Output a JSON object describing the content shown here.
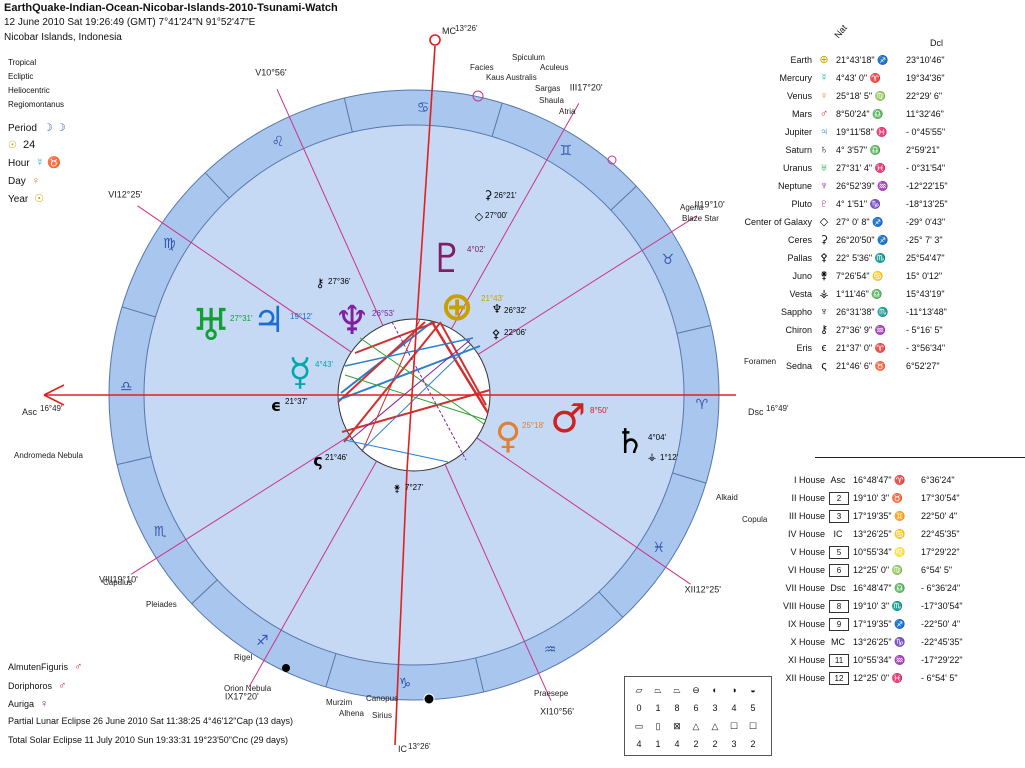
{
  "header": {
    "title": "EarthQuake-Indian-Ocean-Nicobar-Islands-2010-Tsunami-Watch",
    "line1": "12 June 2010  Sat  19:26:49 (GMT) 7°41'24\"N  91°52'47\"E",
    "line2": "Nicobar Islands, Indonesia"
  },
  "options": [
    "Tropical",
    "Ecliptic",
    "Heliocentric",
    "Regiomontanus"
  ],
  "rulers": [
    {
      "label": "Period",
      "symbol": "☽ ☽"
    },
    {
      "label": "☉",
      "symbol": "24"
    },
    {
      "label": "Hour",
      "symbol": "☿ ♉"
    },
    {
      "label": "Day",
      "symbol": "♀"
    },
    {
      "label": "Year",
      "symbol": "☉"
    }
  ],
  "almuten": [
    {
      "label": "AlmutenFiguris",
      "symbol": "♂"
    },
    {
      "label": "Doriphoros",
      "symbol": "♂"
    },
    {
      "label": "Auriga",
      "symbol": "♀"
    }
  ],
  "eclipses": [
    "Partial Lunar Eclipse 26 June 2010 Sat 11:38:25  4°46'12\"Cap (13 days)",
    "Total Solar Eclipse 11 July 2010 Sun 19:33:31 19°23'50\"Cnc (29 days)"
  ],
  "table_headers": {
    "nat": "Nat",
    "dcl": "Dcl"
  },
  "planets": [
    {
      "name": "Earth",
      "glyph": "⊕",
      "color": "#c8a000",
      "lon": "21°43'18\" ♐",
      "dcl": "23°10'46\""
    },
    {
      "name": "Mercury",
      "glyph": "☿",
      "color": "#00aaaa",
      "lon": "4°43' 0\" ♈",
      "dcl": "19°34'36\""
    },
    {
      "name": "Venus",
      "glyph": "♀",
      "color": "#e08030",
      "lon": "25°18' 5\" ♍",
      "dcl": "22°29' 6\""
    },
    {
      "name": "Mars",
      "glyph": "♂",
      "color": "#d02020",
      "lon": "8°50'24\" ♎",
      "dcl": "11°32'46\""
    },
    {
      "name": "Jupiter",
      "glyph": "♃",
      "color": "#1a6fd0",
      "lon": "19°11'58\" ♓",
      "dcl": "- 0°45'55\""
    },
    {
      "name": "Saturn",
      "glyph": "♄",
      "color": "#000000",
      "lon": "4° 3'57\" ♎",
      "dcl": "2°59'21\""
    },
    {
      "name": "Uranus",
      "glyph": "♅",
      "color": "#10a030",
      "lon": "27°31' 4\" ♓",
      "dcl": "- 0°31'54\""
    },
    {
      "name": "Neptune",
      "glyph": "♆",
      "color": "#8020a0",
      "lon": "26°52'39\" ♒",
      "dcl": "-12°22'15\""
    },
    {
      "name": "Pluto",
      "glyph": "♇",
      "color": "#802060",
      "lon": "4° 1'51\" ♑",
      "dcl": "-18°13'25\""
    },
    {
      "name": "Center of Galaxy",
      "glyph": "◇",
      "color": "#000000",
      "lon": "27° 0' 8\" ♐",
      "dcl": "-29° 0'43\""
    },
    {
      "name": "Ceres",
      "glyph": "⚳",
      "color": "#000000",
      "lon": "26°20'50\" ♐",
      "dcl": "-25° 7' 3\""
    },
    {
      "name": "Pallas",
      "glyph": "⚴",
      "color": "#000000",
      "lon": "22° 5'36\" ♏",
      "dcl": "25°54'47\""
    },
    {
      "name": "Juno",
      "glyph": "⚵",
      "color": "#000000",
      "lon": "7°26'54\" ♋",
      "dcl": "15° 0'12\""
    },
    {
      "name": "Vesta",
      "glyph": "⚶",
      "color": "#000000",
      "lon": "1°11'46\" ♎",
      "dcl": "15°43'19\""
    },
    {
      "name": "Sappho",
      "glyph": "♆",
      "color": "#000000",
      "lon": "26°31'38\" ♏",
      "dcl": "-11°13'48\""
    },
    {
      "name": "Chiron",
      "glyph": "⚷",
      "color": "#000000",
      "lon": "27°36' 9\" ♒",
      "dcl": "- 5°16' 5\""
    },
    {
      "name": "Eris",
      "glyph": "ϵ",
      "color": "#000000",
      "lon": "21°37' 0\" ♈",
      "dcl": "- 3°56'34\""
    },
    {
      "name": "Sedna",
      "glyph": "ς",
      "color": "#000000",
      "lon": "21°46' 6\" ♉",
      "dcl": "6°52'27\""
    }
  ],
  "houses": [
    {
      "name": "I House",
      "code": "Asc",
      "lon": "16°48'47\" ♈",
      "dcl": "6°36'24\""
    },
    {
      "name": "II House",
      "code": "2",
      "lon": "19°10' 3\" ♉",
      "dcl": "17°30'54\""
    },
    {
      "name": "III House",
      "code": "3",
      "lon": "17°19'35\" ♊",
      "dcl": "22°50' 4\""
    },
    {
      "name": "IV House",
      "code": "IC",
      "lon": "13°26'25\" ♋",
      "dcl": "22°45'35\""
    },
    {
      "name": "V House",
      "code": "5",
      "lon": "10°55'34\" ♌",
      "dcl": "17°29'22\""
    },
    {
      "name": "VI House",
      "code": "6",
      "lon": "12°25' 0\" ♍",
      "dcl": "6°54' 5\""
    },
    {
      "name": "VII House",
      "code": "Dsc",
      "lon": "16°48'47\" ♎",
      "dcl": "- 6°36'24\""
    },
    {
      "name": "VIII House",
      "code": "8",
      "lon": "19°10' 3\" ♏",
      "dcl": "-17°30'54\""
    },
    {
      "name": "IX House",
      "code": "9",
      "lon": "17°19'35\" ♐",
      "dcl": "-22°50' 4\""
    },
    {
      "name": "X House",
      "code": "MC",
      "lon": "13°26'25\" ♑",
      "dcl": "-22°45'35\""
    },
    {
      "name": "XI House",
      "code": "11",
      "lon": "10°55'34\" ♒",
      "dcl": "-17°29'22\""
    },
    {
      "name": "XII House",
      "code": "12",
      "lon": "12°25' 0\" ♓",
      "dcl": "- 6°54' 5\""
    }
  ],
  "legend": {
    "row1": [
      "▱",
      "⏢",
      "⏢",
      "⊖",
      "◐",
      "◑",
      "◒"
    ],
    "row2": [
      "0",
      "1",
      "8",
      "6",
      "3",
      "4",
      "5"
    ],
    "row3": [
      "▭",
      "▯",
      "⊠",
      "△",
      "△",
      "☐",
      "☐"
    ],
    "row4": [
      "4",
      "1",
      "4",
      "2",
      "2",
      "3",
      "2"
    ]
  },
  "wheel": {
    "zodiac_glyphs": [
      "♈",
      "♉",
      "♊",
      "♋",
      "♌",
      "♍",
      "♎",
      "♏",
      "♐",
      "♑",
      "♒",
      "♓"
    ],
    "cusp_labels": {
      "asc": "Asc",
      "asc_deg": "16°49'",
      "dsc": "Dsc",
      "dsc_deg": "16°49'",
      "mc": "MC",
      "mc_deg": "13°26'",
      "ic": "IC",
      "ic_deg": "13°26'",
      "h2": "II",
      "h2_deg": "19°10'",
      "h3": "III",
      "h3_deg": "17°20'",
      "h5": "V",
      "h5_deg": "10°56'",
      "h6": "VI",
      "h6_deg": "12°25'",
      "h8": "VIII",
      "h8_deg": "19°10'",
      "h9": "IX",
      "h9_deg": "17°20'",
      "h11": "XI",
      "h11_deg": "10°56'",
      "h12": "XII",
      "h12_deg": "12°25'"
    },
    "stars": [
      "Facies",
      "Spiculum",
      "Aculeus",
      "Kaus Australis",
      "Sargas",
      "Shaula",
      "Atria",
      "Agena",
      "Blaze Star",
      "Foramen",
      "Alkaid",
      "Copula",
      "Praesepe",
      "Sirius",
      "Canopus",
      "Murzim",
      "Alhena",
      "Orion Nebula",
      "Rigel",
      "Pleiades",
      "Capulus",
      "Andromeda Nebula"
    ],
    "planet_degrees": {
      "uranus": "27°31'",
      "jupiter": "19°12'",
      "neptune": "26°53'",
      "earth": "21°43'",
      "pluto": "4°02'",
      "mercury": "4°43'",
      "venus": "25°18'",
      "mars": "8°50'",
      "saturn": "4°04'",
      "vesta": "1°12'",
      "chiron": "27°36'",
      "cog": "27°00'",
      "ceres": "26°21'",
      "sappho": "26°32'",
      "pallas": "22°06'",
      "eris": "21°37'",
      "sedna": "21°46'",
      "juno": "7°27'"
    },
    "colors": {
      "ring": "#a9c6ee",
      "inner": "#c5d9f5",
      "axis": "#e02020",
      "cusp": "#cc3388"
    }
  }
}
